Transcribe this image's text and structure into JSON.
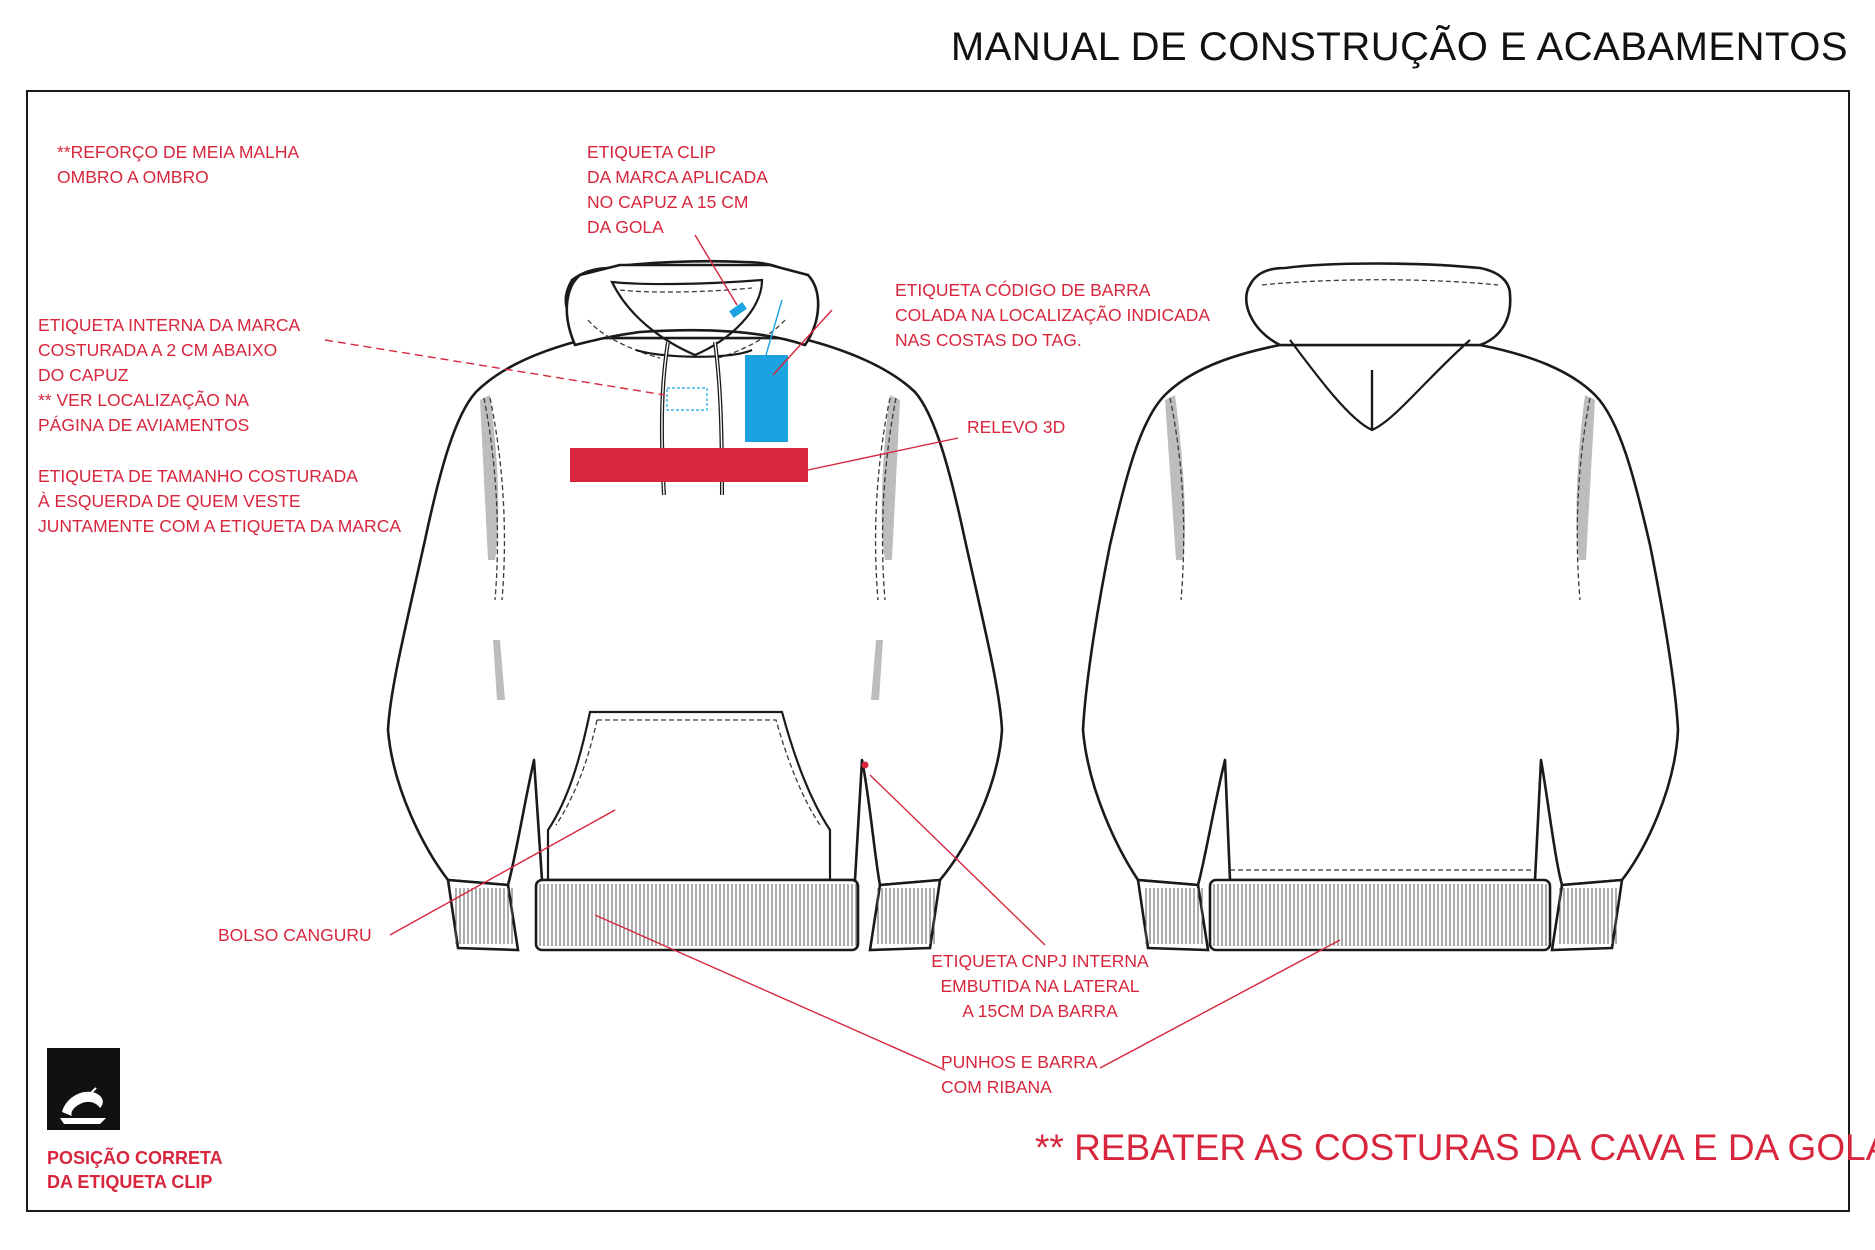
{
  "header": {
    "title": "MANUAL DE CONSTRUÇÃO E ACABAMENTOS"
  },
  "annotations": {
    "reforco": [
      "**REFORÇO DE MEIA MALHA",
      "OMBRO A OMBRO"
    ],
    "etiqueta_clip": [
      "ETIQUETA CLIP",
      "DA MARCA APLICADA",
      "NO CAPUZ A 15 CM",
      "DA GOLA"
    ],
    "etiqueta_interna": [
      "ETIQUETA INTERNA DA MARCA",
      "COSTURADA A 2 CM ABAIXO",
      "DO CAPUZ",
      "** VER LOCALIZAÇÃO NA",
      "PÁGINA DE AVIAMENTOS"
    ],
    "etiqueta_tamanho": [
      "ETIQUETA DE TAMANHO COSTURADA",
      "À ESQUERDA DE QUEM VESTE",
      "JUNTAMENTE COM A ETIQUETA DA MARCA"
    ],
    "codigo_barra": [
      "ETIQUETA CÓDIGO DE BARRA",
      "COLADA NA  LOCALIZAÇÃO INDICADA",
      "NAS COSTAS DO TAG."
    ],
    "relevo": [
      "RELEVO 3D"
    ],
    "bolso": [
      "BOLSO CANGURU"
    ],
    "cnpj": [
      "ETIQUETA CNPJ INTERNA",
      "EMBUTIDA NA LATERAL",
      "A 15CM DA BARRA"
    ],
    "punhos": [
      "PUNHOS E BARRA",
      "COM RIBANA"
    ]
  },
  "footer": {
    "note": "** REBATER AS COSTURAS DA CAVA E DA GOLA",
    "clip_position": [
      "POSIÇÃO CORRETA",
      "DA ETIQUETA CLIP"
    ]
  },
  "colors": {
    "annotation": "#d7263d",
    "relevo_block": "#d7263d",
    "hang_tag": "#1aa3e0",
    "frame": "#1a1a1a"
  },
  "icons": {
    "logo": "brand-logo-icon"
  }
}
